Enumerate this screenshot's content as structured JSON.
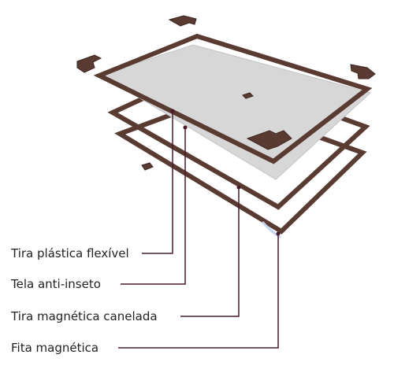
{
  "labels": [
    "Tira plástica flexível",
    "Tela anti-inseto",
    "Tira magnética canelada",
    "Fita magnética"
  ],
  "colors": {
    "frame": "#5a3b32",
    "frame_edge": "#3c2520",
    "mesh": "#d7d7d7",
    "mesh_edge": "#c4c4c4",
    "leader": "#4a1a2c",
    "tape_highlight": "#c3d3ee"
  }
}
